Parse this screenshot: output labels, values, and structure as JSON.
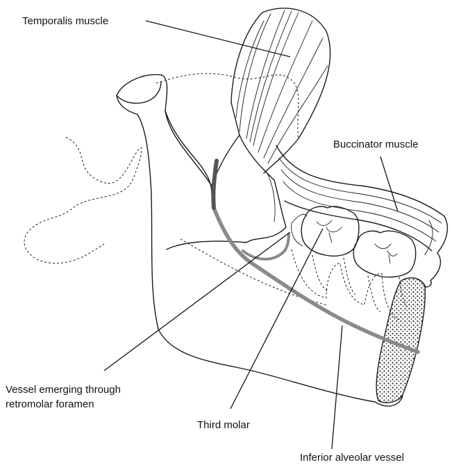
{
  "labels": {
    "temporalis": "Temporalis muscle",
    "buccinator": "Buccinator muscle",
    "vessel_emerging_line1": "Vessel emerging through",
    "vessel_emerging_line2": "retromolar foramen",
    "third_molar": "Third molar",
    "inferior_alveolar": "Inferior alveolar vessel"
  },
  "colors": {
    "vessel_gray": "#8a8a8a",
    "vessel_dark": "#555555",
    "line": "#1a1a1a"
  }
}
